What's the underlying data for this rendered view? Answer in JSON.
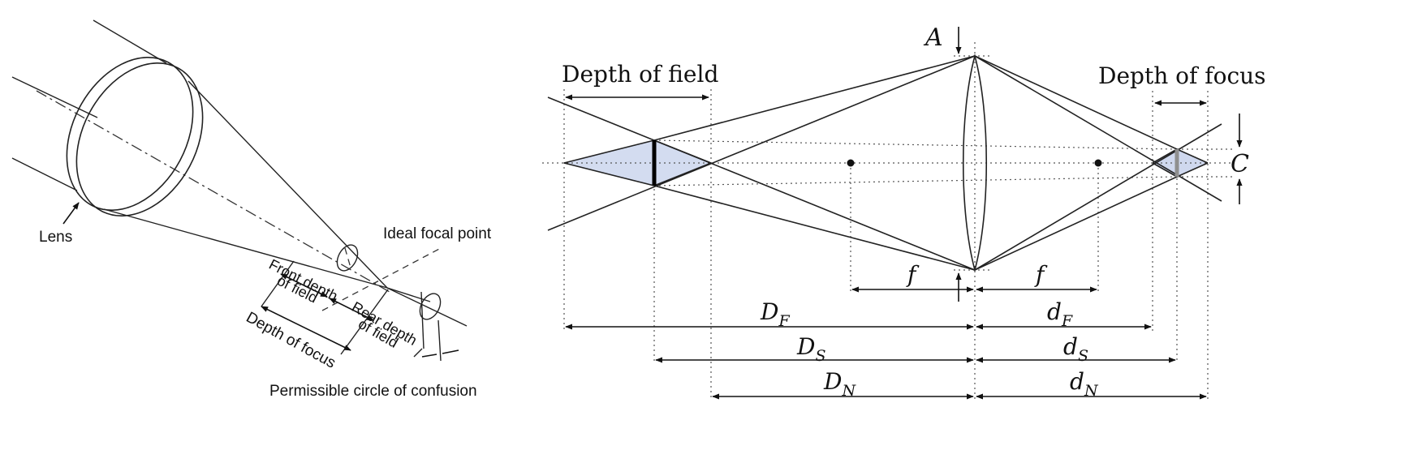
{
  "left_diagram": {
    "labels": {
      "lens": "Lens",
      "ideal_focal_point": "Ideal focal point",
      "front_depth_line1": "Front depth",
      "front_depth_line2": "of field",
      "rear_depth_line1": "Rear depth",
      "rear_depth_line2": "of field",
      "depth_of_focus": "Depth of focus",
      "permissible_coc": "Permissible circle of confusion"
    }
  },
  "right_diagram": {
    "labels": {
      "depth_of_field": "Depth of field",
      "depth_of_focus": "Depth of focus",
      "aperture": "A",
      "coc": "C",
      "focal_left": "f",
      "focal_right": "f"
    },
    "distance_labels": [
      {
        "main": "D",
        "sub": "F"
      },
      {
        "main": "D",
        "sub": "S"
      },
      {
        "main": "D",
        "sub": "N"
      },
      {
        "main": "d",
        "sub": "F"
      },
      {
        "main": "d",
        "sub": "S"
      },
      {
        "main": "d",
        "sub": "N"
      }
    ],
    "colors": {
      "dof_fill": "#d3dcf0",
      "dofocus_fill": "#cfd8ee",
      "coc_bar": "#000000",
      "coc_bar_right": "#8f8f8f"
    }
  }
}
